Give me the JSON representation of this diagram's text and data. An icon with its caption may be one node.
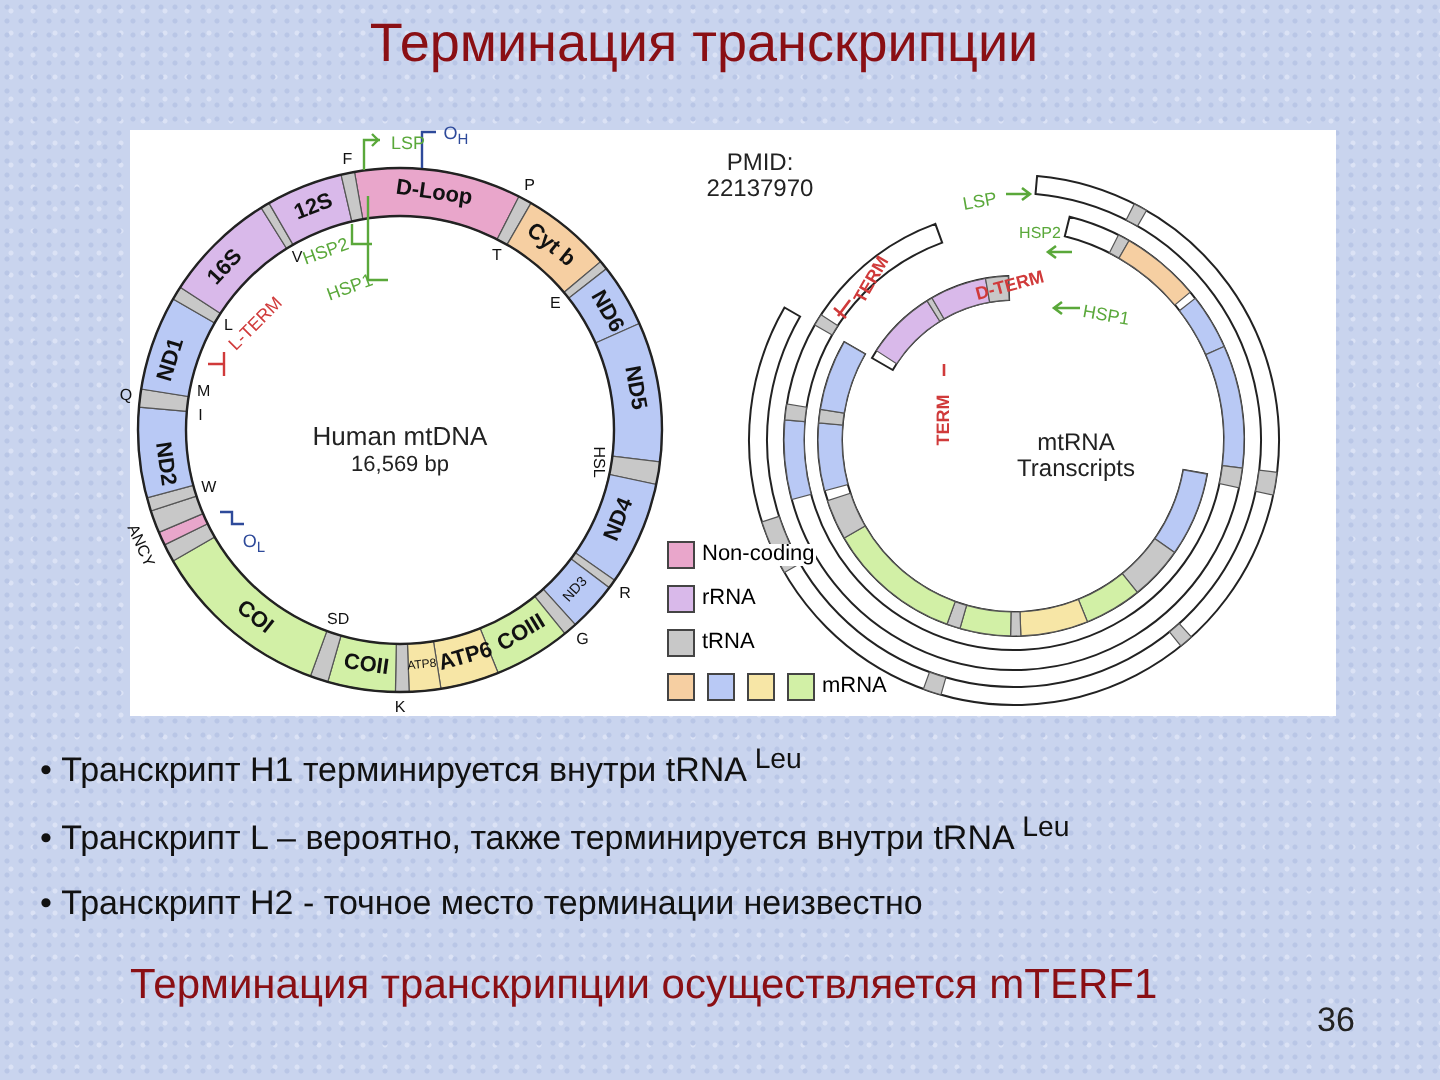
{
  "diagram": {
    "title": "Терминация транскрипции",
    "labels": [
      "PMID: 22137970",
      "LSP",
      "O$_{H}$",
      "F",
      "P",
      "D-Loop",
      "12S",
      "16S",
      "Cyt b",
      "HSP2",
      "HSP1",
      "V",
      "T",
      "E",
      "ND6",
      "ND5",
      "L-TERM",
      "L",
      "ND1",
      "Q",
      "I",
      "M",
      "Human mtDNA",
      "16,569 bp",
      "HSL",
      "ND2",
      "W",
      "O$_{L}$",
      "ANCY",
      "ND4",
      "R",
      "G",
      "ND3",
      "COIII",
      "COI",
      "SD",
      "K",
      "COII",
      "ATP8",
      "ATP6",
      "LSP",
      "HSP2",
      "TERM",
      "D-TERM",
      "HSP1",
      "TERM",
      "mtRNA Transcripts",
      "• Транскрипт Н1 терминируется внутри tRNA $^{Leu}$",
      "• Транскрипт L – вероятно, также терминируется внутри tRNA $^{Leu}$",
      "• Транскрипт Н2 - точное место терминации неизвестно",
      "Терминация транскрипции осуществляется mTERF1",
      "36"
    ],
    "legend": [
      {
        "text": "Non-coding",
        "color": "#e9a6cb"
      },
      {
        "text": "rRNA",
        "color": "#d9b9ea"
      },
      {
        "text": "tRNA",
        "color": "#c8c8c8"
      },
      {
        "text": "mRNA",
        "color": "#d2f0a6"
      }
    ]
  }
}
